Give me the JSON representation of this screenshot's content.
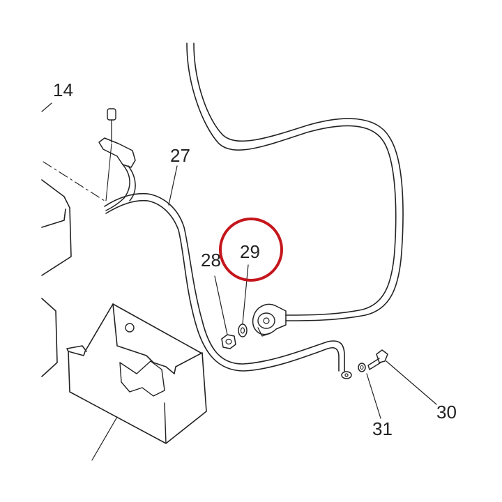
{
  "callouts": {
    "c14": "14",
    "c27": "27",
    "c28": "28",
    "c29": "29",
    "c30": "30",
    "c31": "31"
  },
  "highlight": {
    "target": "29",
    "color": "#c4161c"
  },
  "colors": {
    "line": "#222222",
    "background": "#ffffff"
  }
}
